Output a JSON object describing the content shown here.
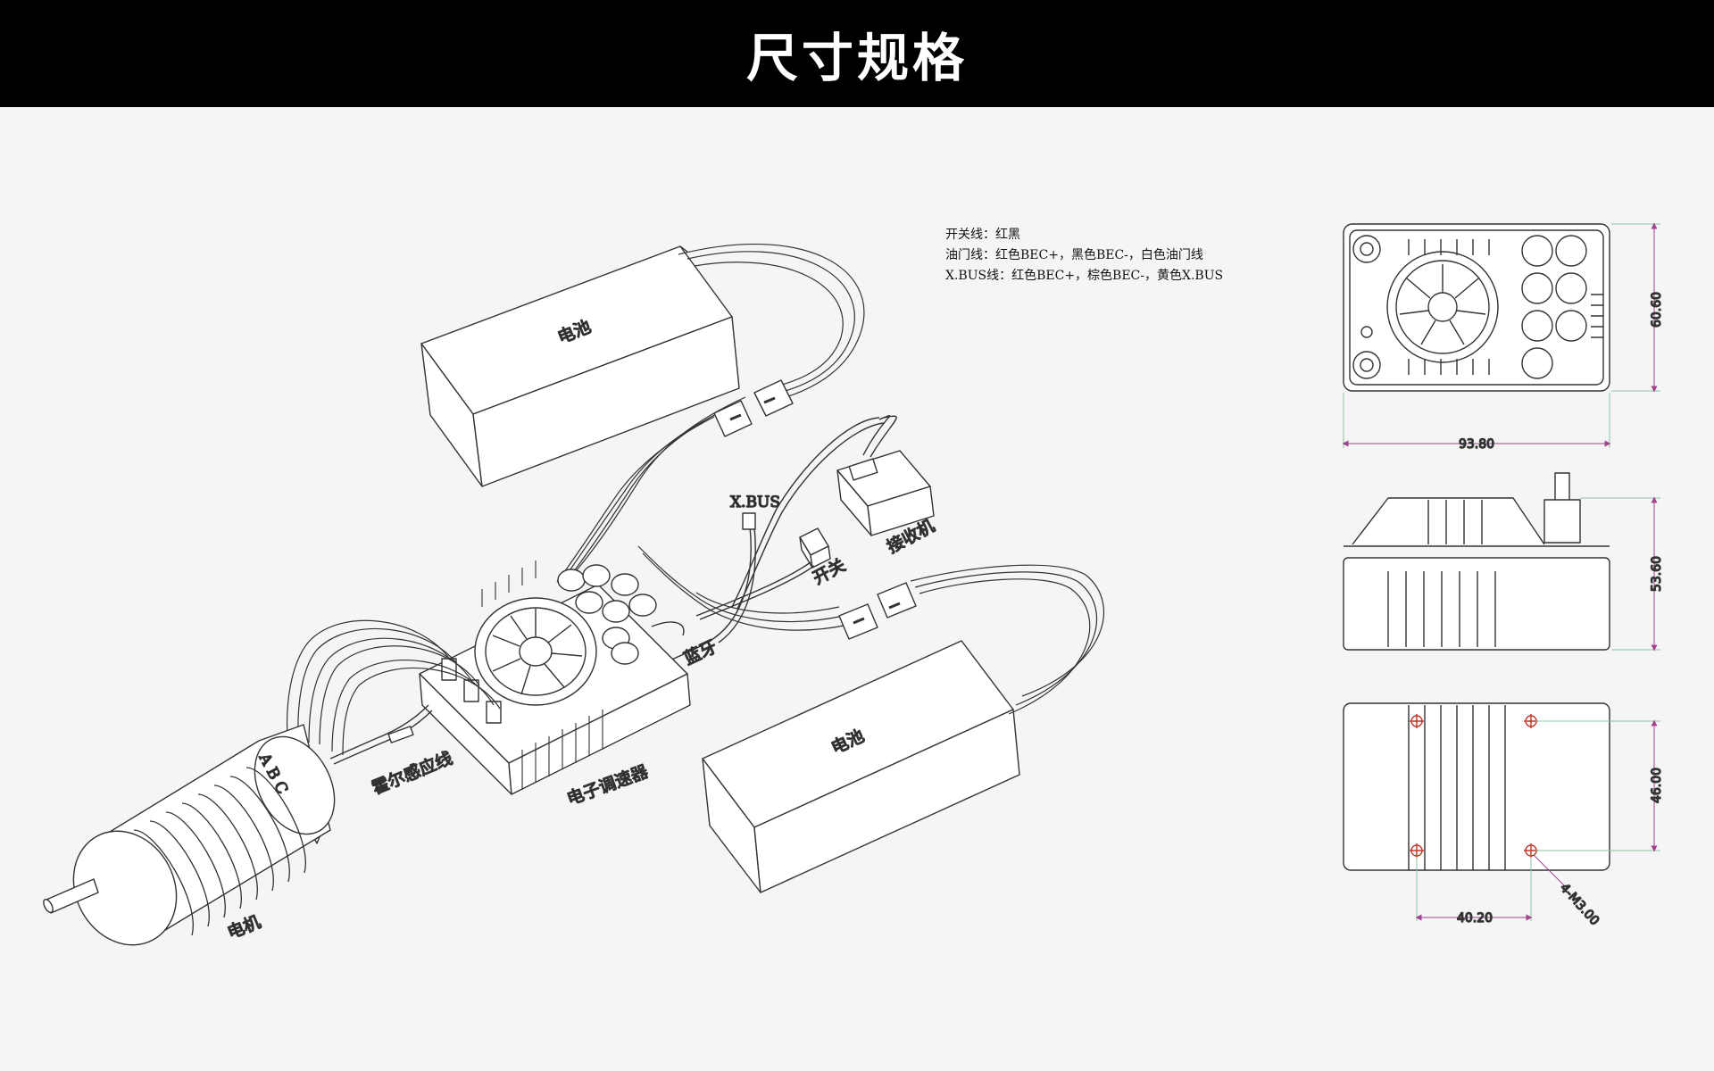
{
  "header": {
    "title": "尺寸规格"
  },
  "legend": [
    "开关线：红黑",
    "油门线：红色BEC+，黑色BEC-，白色油门线",
    "X.BUS线：红色BEC+，棕色BEC-，黄色X.BUS"
  ],
  "labels": {
    "battery_top": "电池",
    "battery_bottom": "电池",
    "xbus": "X.BUS",
    "receiver": "接收机",
    "switch": "开关",
    "bluetooth": "蓝牙",
    "esc": "电子调速器",
    "hall_sensor": "霍尔感应线",
    "motor": "电机",
    "phase": "A B C"
  },
  "dimensions": {
    "top_height": "60.60",
    "top_width": "93.80",
    "side_height": "53.60",
    "bottom_height": "46.00",
    "bottom_width": "40.20",
    "holes": "4-M3.00"
  },
  "colors": {
    "header_bg": "#000000",
    "dimension": "#a0448e",
    "hole": "#c0392b"
  }
}
